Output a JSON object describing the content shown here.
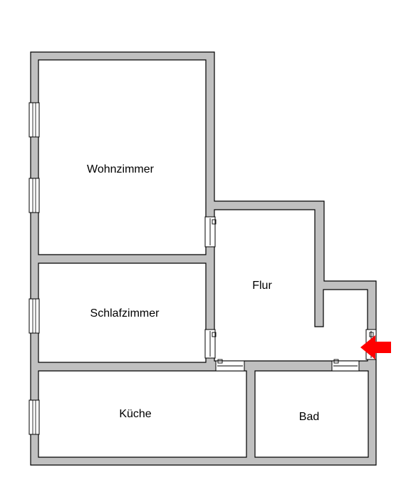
{
  "rooms": {
    "wohnzimmer": "Wohnzimmer",
    "schlafzimmer": "Schlafzimmer",
    "flur": "Flur",
    "kueche": "Küche",
    "bad": "Bad"
  },
  "colors": {
    "wall": "#c0c0c0",
    "outline": "#000000",
    "background": "#ffffff",
    "entrance_arrow": "#ff0000"
  },
  "icons": {
    "entrance": "entrance-arrow-icon",
    "window": "window-icon",
    "door": "door-icon"
  }
}
